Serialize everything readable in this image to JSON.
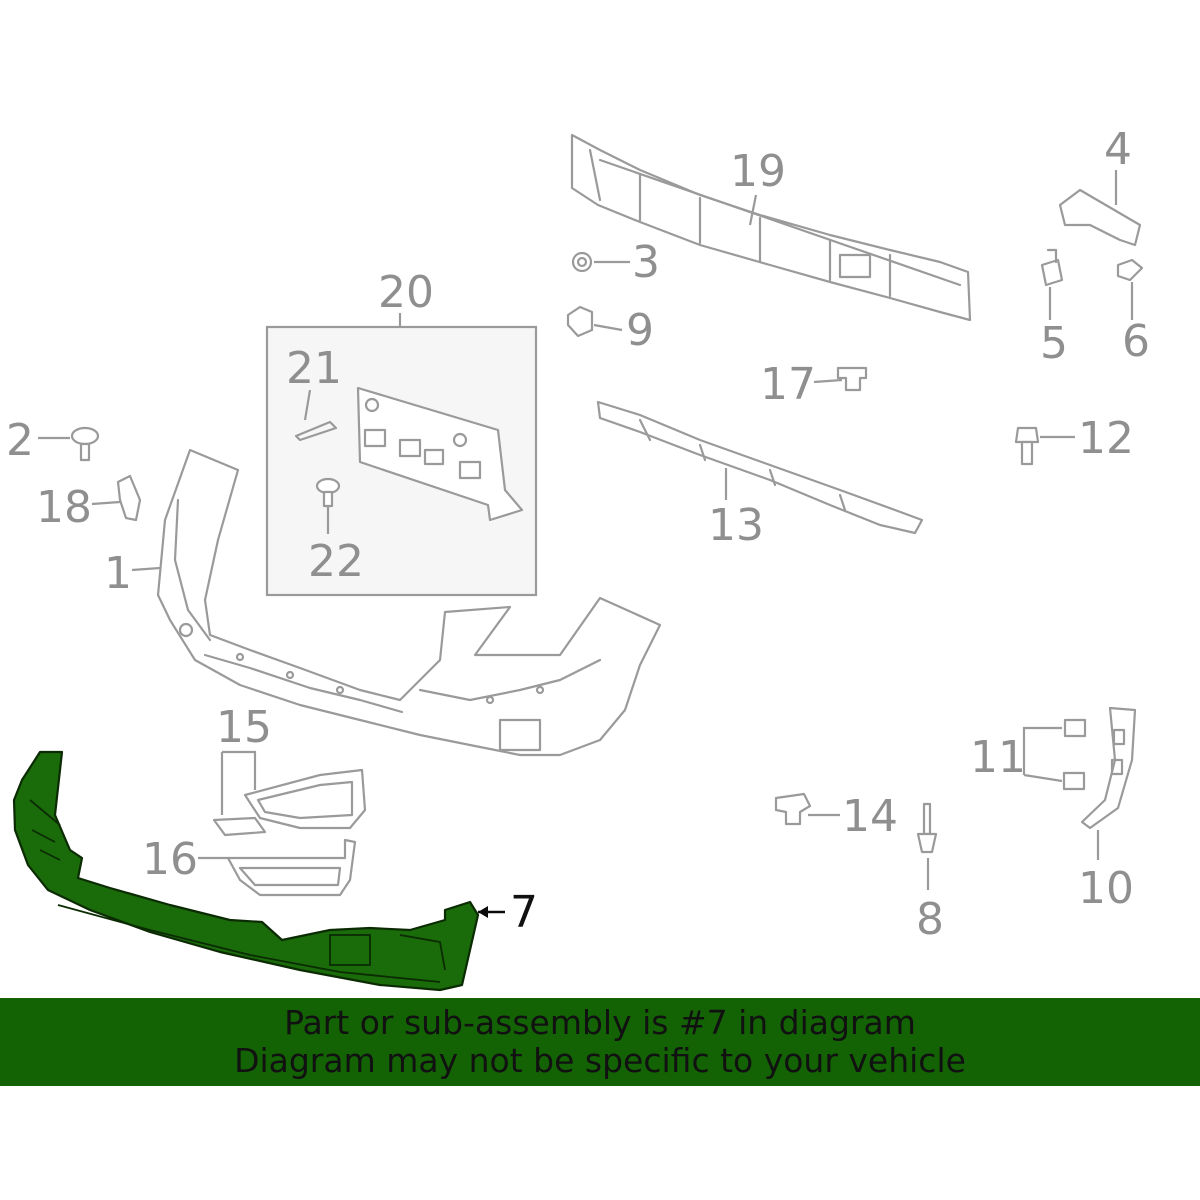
{
  "diagram": {
    "highlighted_part": "7",
    "callouts": [
      {
        "id": "c1",
        "label": "1"
      },
      {
        "id": "c2",
        "label": "2"
      },
      {
        "id": "c3",
        "label": "3"
      },
      {
        "id": "c4",
        "label": "4"
      },
      {
        "id": "c5",
        "label": "5"
      },
      {
        "id": "c6",
        "label": "6"
      },
      {
        "id": "c7",
        "label": "7"
      },
      {
        "id": "c8",
        "label": "8"
      },
      {
        "id": "c9",
        "label": "9"
      },
      {
        "id": "c10",
        "label": "10"
      },
      {
        "id": "c11",
        "label": "11"
      },
      {
        "id": "c12",
        "label": "12"
      },
      {
        "id": "c13",
        "label": "13"
      },
      {
        "id": "c14",
        "label": "14"
      },
      {
        "id": "c15",
        "label": "15"
      },
      {
        "id": "c16",
        "label": "16"
      },
      {
        "id": "c17",
        "label": "17"
      },
      {
        "id": "c18",
        "label": "18"
      },
      {
        "id": "c19",
        "label": "19"
      },
      {
        "id": "c20",
        "label": "20"
      },
      {
        "id": "c21",
        "label": "21"
      },
      {
        "id": "c22",
        "label": "22"
      }
    ]
  },
  "colors": {
    "highlight": "#1a6b0a",
    "banner": "#136305",
    "outline": "#9a9a9a",
    "label": "#8f8f8f"
  },
  "banner": {
    "line1": "Part or sub-assembly is #7 in diagram",
    "line2": "Diagram may not be specific to your vehicle"
  }
}
